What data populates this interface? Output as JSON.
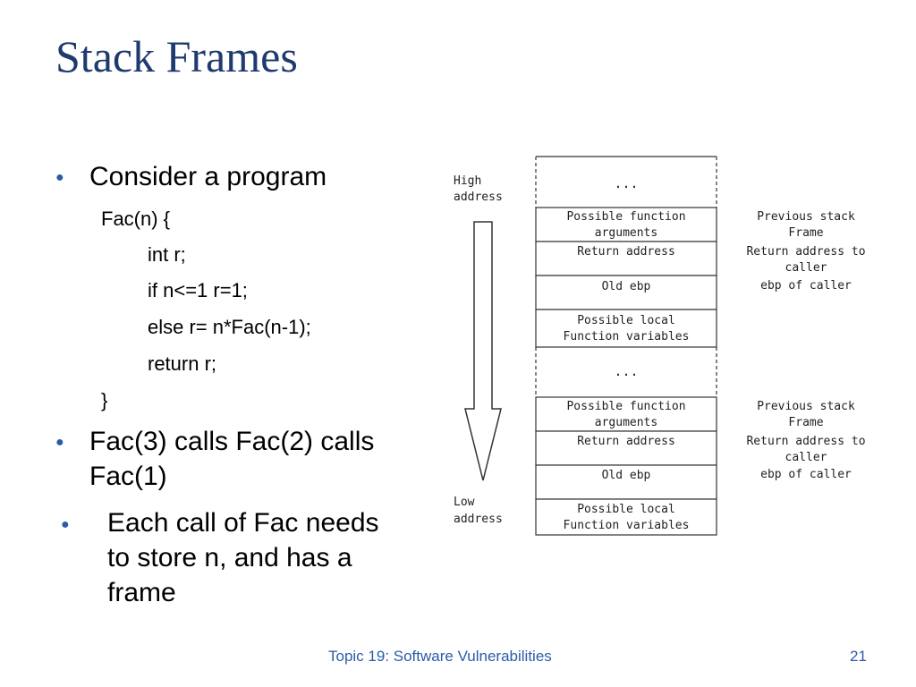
{
  "title": "Stack Frames",
  "bullets": {
    "b1": "Consider a program",
    "code": {
      "l1": "Fac(n) {",
      "l2": "int r;",
      "l3": "if n<=1 r=1;",
      "l4": "else r= n*Fac(n-1);",
      "l5": "return r;",
      "l6": "}"
    },
    "b2_l1": "Fac(3) calls Fac(2) calls",
    "b2_l2": "Fac(1)",
    "b3_l1": "Each call of Fac needs",
    "b3_l2": "to store n, and has a",
    "b3_l3": "frame"
  },
  "diagram": {
    "high_l1": "High",
    "high_l2": "address",
    "low_l1": "Low",
    "low_l2": "address",
    "ellipsis": "...",
    "frame": {
      "args_l1": "Possible function",
      "args_l2": "arguments",
      "ret": "Return address",
      "ebp": "Old ebp",
      "locals_l1": "Possible local",
      "locals_l2": "Function variables"
    },
    "side": {
      "prev_l1": "Previous stack",
      "prev_l2": "Frame",
      "ret_l1": "Return address to",
      "ret_l2": "caller",
      "ebp": "ebp of caller"
    }
  },
  "footer": {
    "topic": "Topic 19: Software Vulnerabilities",
    "page": "21"
  },
  "colors": {
    "title": "#1f3a6e",
    "bullet": "#2a5ca8",
    "footer": "#2a5ca8"
  }
}
